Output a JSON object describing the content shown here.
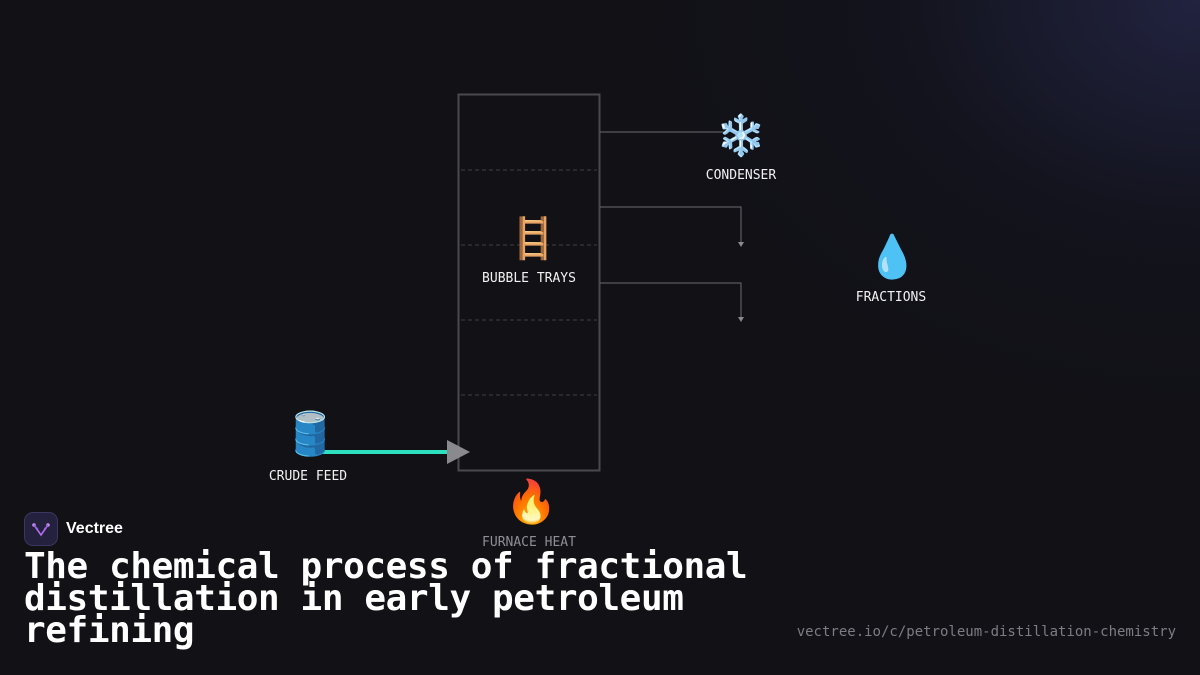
{
  "diagram": {
    "nodes": {
      "crude_feed": {
        "label": "CRUDE FEED",
        "icon": "oil-drum-icon",
        "glyph": "🛢️"
      },
      "bubble_trays": {
        "label": "BUBBLE TRAYS",
        "icon": "ladder-icon",
        "glyph": "🪜"
      },
      "condenser": {
        "label": "CONDENSER",
        "icon": "snowflake-icon",
        "glyph": "❄️"
      },
      "fractions": {
        "label": "FRACTIONS",
        "icon": "droplet-icon",
        "glyph": "💧"
      },
      "furnace_heat": {
        "label": "FURNACE HEAT",
        "icon": "fire-icon",
        "glyph": "🔥"
      }
    },
    "colors": {
      "feed_arrow": "#2de0c0",
      "column_border": "#4a4a4e",
      "connector": "#6a6a70"
    }
  },
  "brand": {
    "name": "Vectree",
    "logo_icon": "vectree-logo-icon"
  },
  "title": "The chemical process of fractional distillation in early petroleum refining",
  "url": "vectree.io/c/petroleum-distillation-chemistry"
}
